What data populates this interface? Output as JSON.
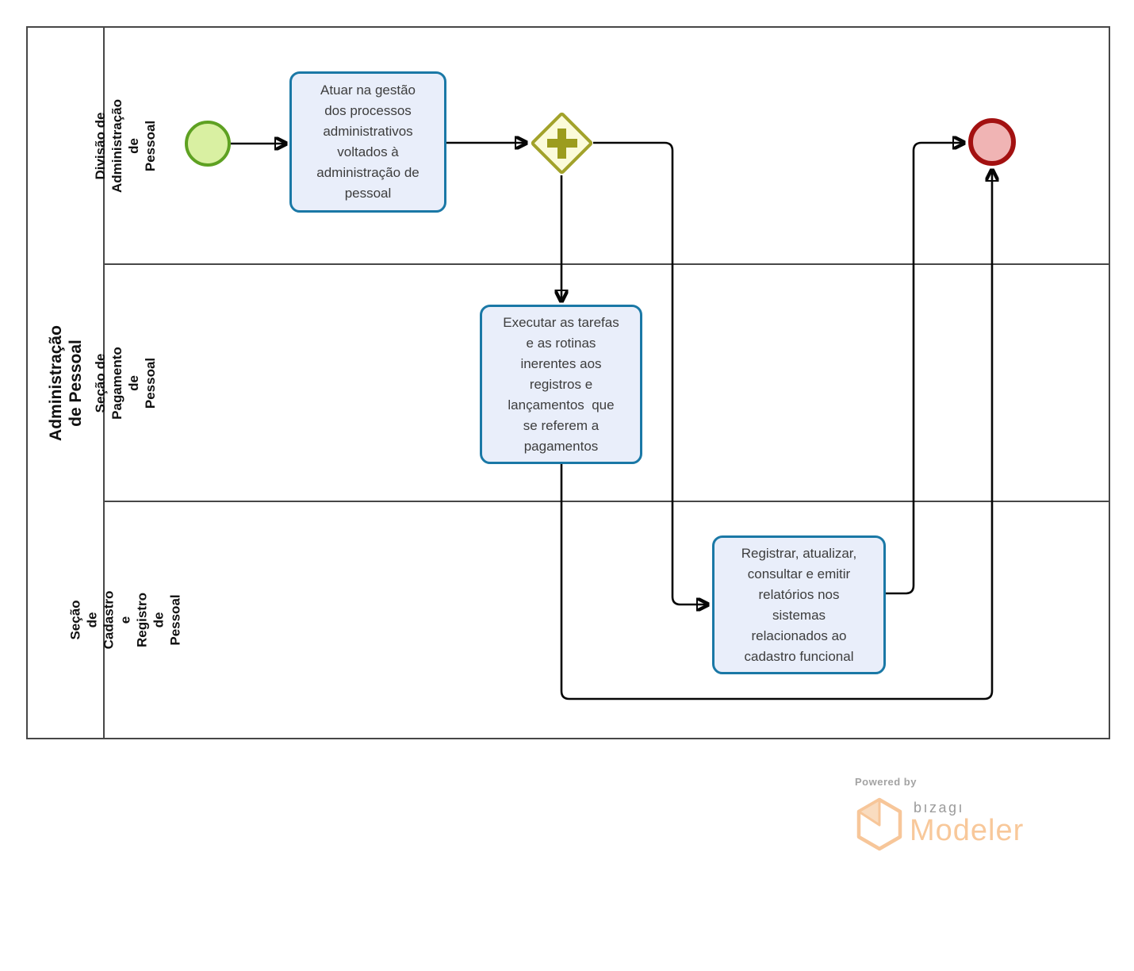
{
  "diagram": {
    "pool": {
      "label": "Administração de Pessoal",
      "lanes": [
        {
          "label": "Divisão de Administração de\nPessoal"
        },
        {
          "label": "Seção de Pagamento de\nPessoal"
        },
        {
          "label": "Seção de Cadastro e Registro\nde Pessoal"
        }
      ]
    },
    "nodes": {
      "start_event": {
        "type": "start-event"
      },
      "task_1": {
        "label": "Atuar na gestão\ndos processos\nadministrativos\nvoltados à\nadministração de\npessoal"
      },
      "gateway": {
        "type": "parallel-gateway"
      },
      "task_2": {
        "label": "Executar as tarefas\ne as rotinas\ninerentes aos\nregistros e\nlançamentos  que\nse referem a\npagamentos"
      },
      "task_3": {
        "label": "Registrar, atualizar,\nconsultar e emitir\nrelatórios nos\nsistemas\nrelacionados ao\ncadastro funcional"
      },
      "end_event": {
        "type": "end-event"
      }
    },
    "colors": {
      "task_fill": "#e9eefa",
      "task_border": "#1a78a6",
      "gateway_fill": "#fbfbda",
      "gateway_border": "#a2a22a",
      "gateway_symbol": "#9c9c1e",
      "start_fill": "#d9f0a2",
      "start_border": "#5ea122",
      "end_fill": "#f0b4b4",
      "end_border": "#a31111",
      "lane_border": "#474747",
      "flow": "#060606"
    }
  },
  "footer": {
    "powered_by": "Powered by",
    "brand": "bızagı",
    "product": "Modeler"
  }
}
